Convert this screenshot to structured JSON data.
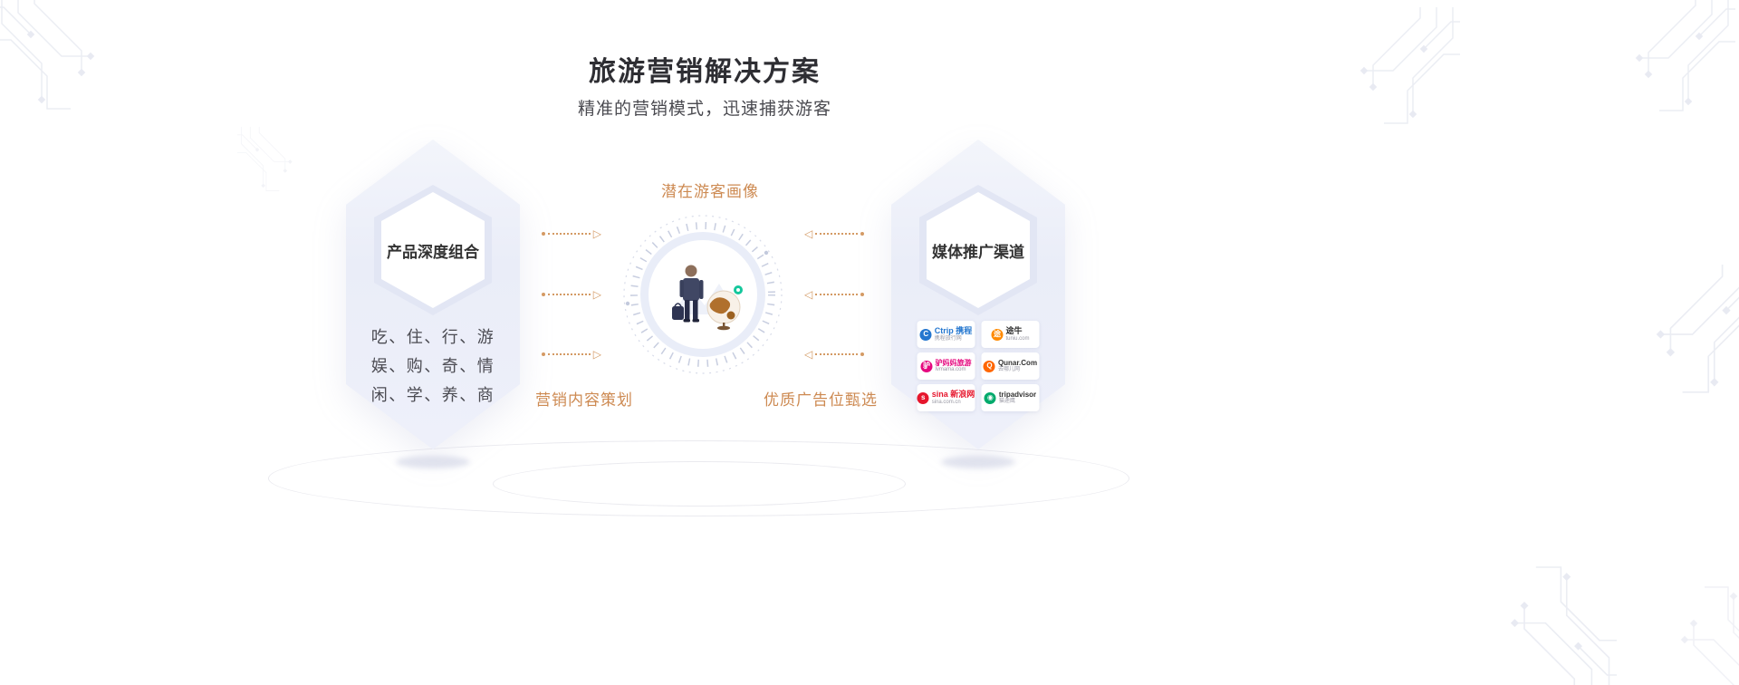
{
  "page": {
    "title": "旅游营销解决方案",
    "subtitle": "精准的营销模式，迅速捕获游客"
  },
  "left_card": {
    "title": "产品深度组合",
    "lines": [
      "吃、住、行、游",
      "娱、购、奇、情",
      "闲、学、养、商"
    ]
  },
  "center_diagram": {
    "top_label": "潜在游客画像",
    "bottom_left_label": "营销内容策划",
    "bottom_right_label": "优质广告位甄选"
  },
  "right_card": {
    "title": "媒体推广渠道",
    "logos": [
      {
        "brand": "ctrip",
        "main": "Ctrip 携程",
        "sub": "携程旅行网",
        "icon_text": "C",
        "color": "#2577cf"
      },
      {
        "brand": "tuniu",
        "main": "途牛",
        "sub": "tuniu.com",
        "icon_text": "途",
        "color": "#ff8a00"
      },
      {
        "brand": "lvmama",
        "main": "驴妈妈旅游",
        "sub": "lvmama.com",
        "icon_text": "驴",
        "color": "#e5097f"
      },
      {
        "brand": "qunar",
        "main": "Qunar.Com",
        "sub": "去哪儿网",
        "icon_text": "Q",
        "color": "#ff6600"
      },
      {
        "brand": "sina",
        "main": "sina 新浪网",
        "sub": "sina.com.cn",
        "icon_text": "s",
        "color": "#e6162d"
      },
      {
        "brand": "tripadvisor",
        "main": "tripadvisor",
        "sub": "猫途鹰",
        "icon_text": "◉",
        "color": "#00aa6c"
      }
    ]
  },
  "icons": {
    "arrow_right_glyph": "▷",
    "arrow_left_glyph": "◁"
  },
  "colors": {
    "accent_orange": "#cd8a52",
    "arrow_orange": "#d49a64",
    "title_text": "#2e2e33",
    "body_text": "#4b4b52",
    "hex_fill": "#edf0fa",
    "hex_inner": "#e2e6f4",
    "pin_green": "#15c79c"
  }
}
